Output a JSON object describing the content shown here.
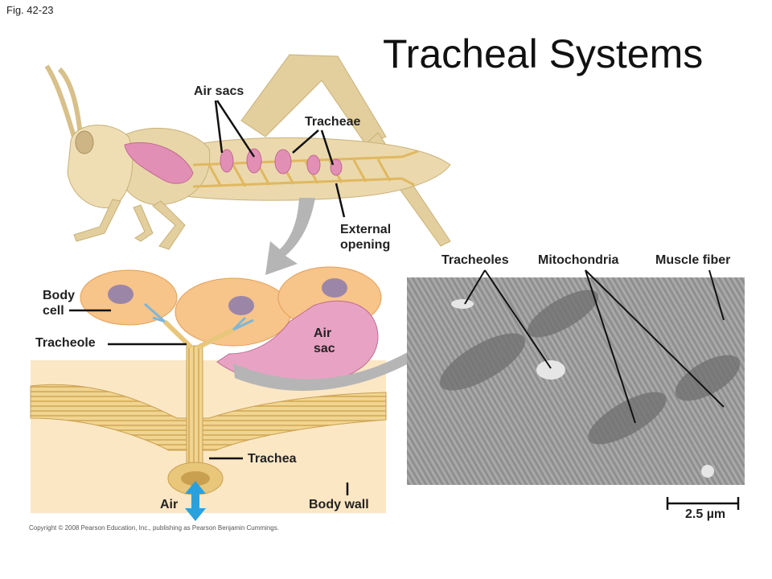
{
  "figure_number": "Fig. 42-23",
  "title": "Tracheal Systems",
  "grasshopper_labels": {
    "air_sacs": "Air sacs",
    "tracheae": "Tracheae",
    "external_opening_line1": "External",
    "external_opening_line2": "opening"
  },
  "closeup_labels": {
    "body_cell_line1": "Body",
    "body_cell_line2": "cell",
    "tracheole": "Tracheole",
    "air_sac_line1": "Air",
    "air_sac_line2": "sac",
    "trachea": "Trachea",
    "air": "Air",
    "body_wall": "Body wall"
  },
  "micrograph_labels": {
    "tracheoles": "Tracheoles",
    "mitochondria": "Mitochondria",
    "muscle_fiber": "Muscle fiber",
    "scale_bar": "2.5 µm"
  },
  "copyright": "Copyright © 2008 Pearson Education, Inc., publishing as Pearson Benjamin Cummings.",
  "colors": {
    "body": "#e8d6a8",
    "air_sac_pink": "#e28fb5",
    "trachea_gold": "#e8c77a",
    "cell_orange": "#f7c48a",
    "nucleus": "#9c86a8",
    "tracheole_blue": "#7fb6d6",
    "arrow_blue": "#2aa1dd",
    "pointer_gray": "#b5b5b5"
  }
}
